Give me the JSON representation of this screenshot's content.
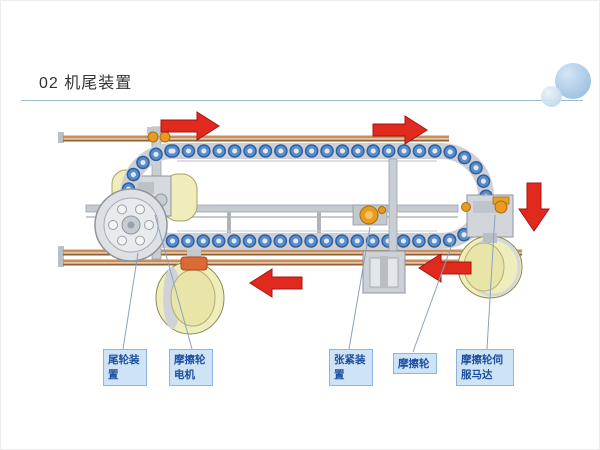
{
  "slide": {
    "title": "02 机尾装置"
  },
  "labels": [
    {
      "text": "尾轮装置"
    },
    {
      "text": "摩擦轮电机"
    },
    {
      "text": "张紧装置"
    },
    {
      "text": "摩擦轮"
    },
    {
      "text": "摩擦轮伺服马达"
    }
  ],
  "diagram": {
    "flow_arrows": [
      "right",
      "right",
      "down",
      "left",
      "left"
    ]
  },
  "colors": {
    "arrow": "#e02a1e",
    "callout_bg": "#cfe3f6",
    "callout_border": "#8fb3d9",
    "callout_text": "#1d4f9e",
    "chain": "#5b8ec9",
    "drum_yellow": "#f0edbc",
    "rail_copper": "#b5734a",
    "deco_circle": "#9ec4e6",
    "divider": "#9fb8cf"
  }
}
